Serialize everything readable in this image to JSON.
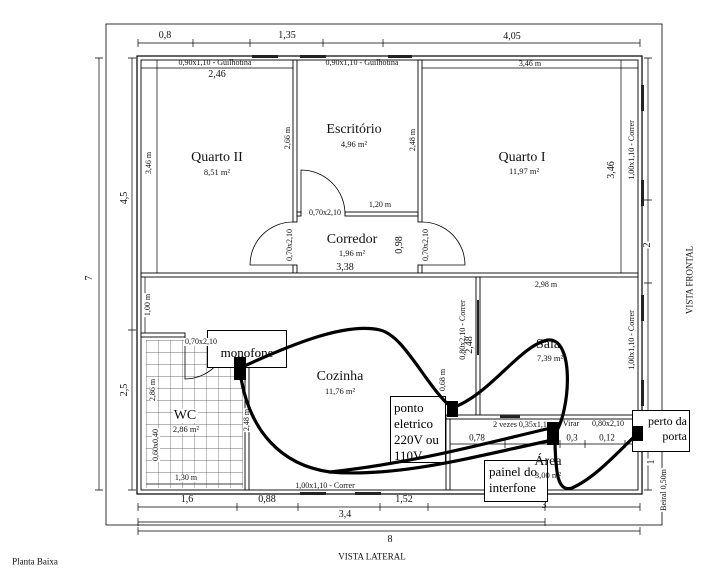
{
  "drawing": {
    "title": "Planta Baixa",
    "view_lateral": "VISTA LATERAL",
    "view_frontal": "VISTA FRONTAL"
  },
  "rooms": {
    "quarto_ii": {
      "name": "Quarto II",
      "area": "8,51 m²"
    },
    "escritorio": {
      "name": "Escritório",
      "area": "4,96 m²"
    },
    "quarto_i": {
      "name": "Quarto I",
      "area": "11,97 m²"
    },
    "corredor": {
      "name": "Corredor",
      "area": "1,96 m²"
    },
    "cozinha": {
      "name": "Cozinha",
      "area": "11,76 m²"
    },
    "sala": {
      "name": "Sala",
      "area": "7,39 m²"
    },
    "wc": {
      "name": "WC",
      "area": "2,86 m²"
    },
    "area": {
      "name": "Área",
      "area": "3,00 m²"
    }
  },
  "openings": {
    "window_top_left": "0,90x1,10 - Guilhotina",
    "window_top_mid": "0,90x1,10 - Guilhotina",
    "window_right_top": "1,00x1,10 - Correr",
    "window_right_bottom": "1,00x1,10 - Correr",
    "window_bottom": "1,00x1,10 - Correr",
    "door_escritorio": "0,70x2,10",
    "door_quarto_ii": "0,70x2,10",
    "door_quarto_i": "0,70x2,10",
    "door_wc": "0,70x2,10",
    "door_sala": "0,80x2,10 - Correr",
    "door_entrance": "0,80x2,10",
    "window_area": "2 vezes 0,35x1,1",
    "window_area_note": "Virar",
    "window_wc": "0,60x0,40"
  },
  "dimensions": {
    "top_0_8": "0,8",
    "top_1_35": "1,35",
    "top_4_05": "4,05",
    "quarto_ii_width": "2,46",
    "quarto_i_width": "3,46 m",
    "quarto_ii_height": "3,46 m",
    "escritorio_left": "2,66 m",
    "escritorio_right": "2,48 m",
    "quarto_i_height": "3,46",
    "corredor_width": "1,20 m",
    "corredor_height": "0,98",
    "left_upper": "4,5",
    "left_total": "7",
    "left_lower": "2,5",
    "right_upper": "2",
    "right_lower": "1",
    "mid_width": "3,38",
    "sala_width": "2,98 m",
    "cozinha_top": "1,00 m",
    "sala_height": "2,48",
    "wc_height": "2,86 m",
    "cozinha_height": "2,48 m",
    "area_left": "0,68 m",
    "area_0_78": "0,78",
    "area_0_3": "0,3",
    "area_0_12": "0,12",
    "wc_width": "1,30 m",
    "bottom_1_6": "1,6",
    "bottom_0_88": "0,88",
    "bottom_1_52": "1,52",
    "bottom_3_4": "3,4",
    "bottom_3": "3",
    "bottom_total": "8",
    "beiral": "Beiral 0,50m"
  },
  "annotations": {
    "monofone": "monofone",
    "ponto_eletrico": "ponto eletrico 220V ou 110V",
    "perto_da_porta": "perto da porta",
    "painel_interfone": "painel do interfone"
  },
  "colors": {
    "lines": "#000000",
    "background": "#ffffff"
  }
}
